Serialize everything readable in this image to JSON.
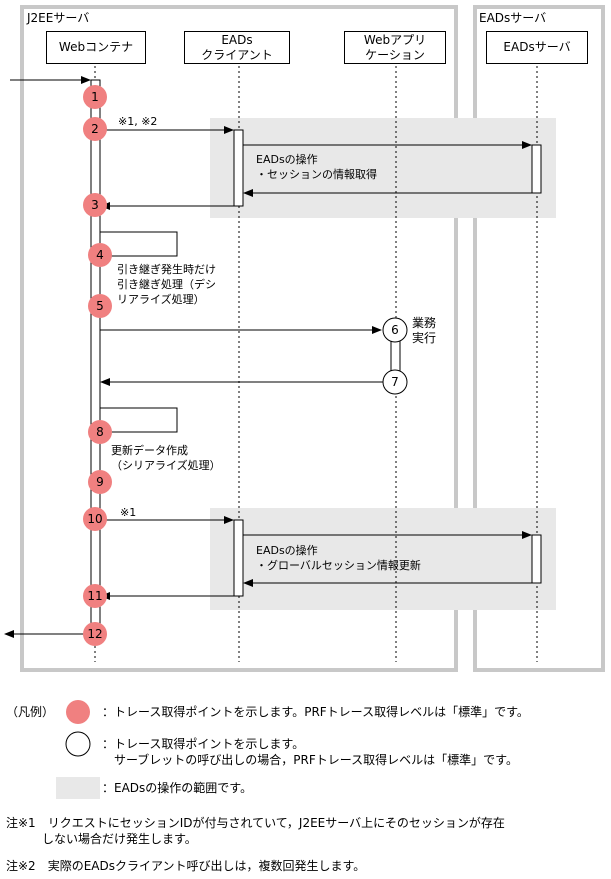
{
  "frames": {
    "j2ee_label": "J2EEサーバ",
    "eads_label": "EADsサーバ"
  },
  "lifelines": {
    "web_container": "Webコンテナ",
    "eads_client": "EADs\nクライアント",
    "web_app": "Webアプリ\nケーション",
    "eads_server": "EADsサーバ"
  },
  "points": [
    "1",
    "2",
    "3",
    "4",
    "5",
    "6",
    "7",
    "8",
    "9",
    "10",
    "11",
    "12"
  ],
  "notes": {
    "note_2": "※1, ※2",
    "eads_op_1": "EADsの操作\n・セッションの情報取得",
    "note_4": "引き継ぎ発生時だけ\n引き継ぎ処理（デシ\nリアライズ処理）",
    "note_6": "業務\n実行",
    "note_8": "更新データ作成\n（シリアライズ処理）",
    "note_10": "※1",
    "eads_op_2": "EADsの操作\n・グローバルセッション情報更新"
  },
  "legend": {
    "title": "（凡例）",
    "red_point": "：トレース取得ポイントを示します。PRFトレース取得レベルは「標準」です。",
    "white_point": "：トレース取得ポイントを示します。\n　サーブレットの呼び出しの場合，PRFトレース取得レベルは「標準」です。",
    "gray_area": "：EADsの操作の範囲です。"
  },
  "footnotes": {
    "note1": "注※1　リクエストにセッションIDが付与されていて，J2EEサーバ上にそのセッションが存在\n　　　しない場合だけ発生します。",
    "note2": "注※2　実際のEADsクライアント呼び出しは，複数回発生します。"
  },
  "colors": {
    "red_point": "#f08080",
    "frame_gray": "#c8c8c8",
    "shade_gray": "#e8e8e8"
  }
}
